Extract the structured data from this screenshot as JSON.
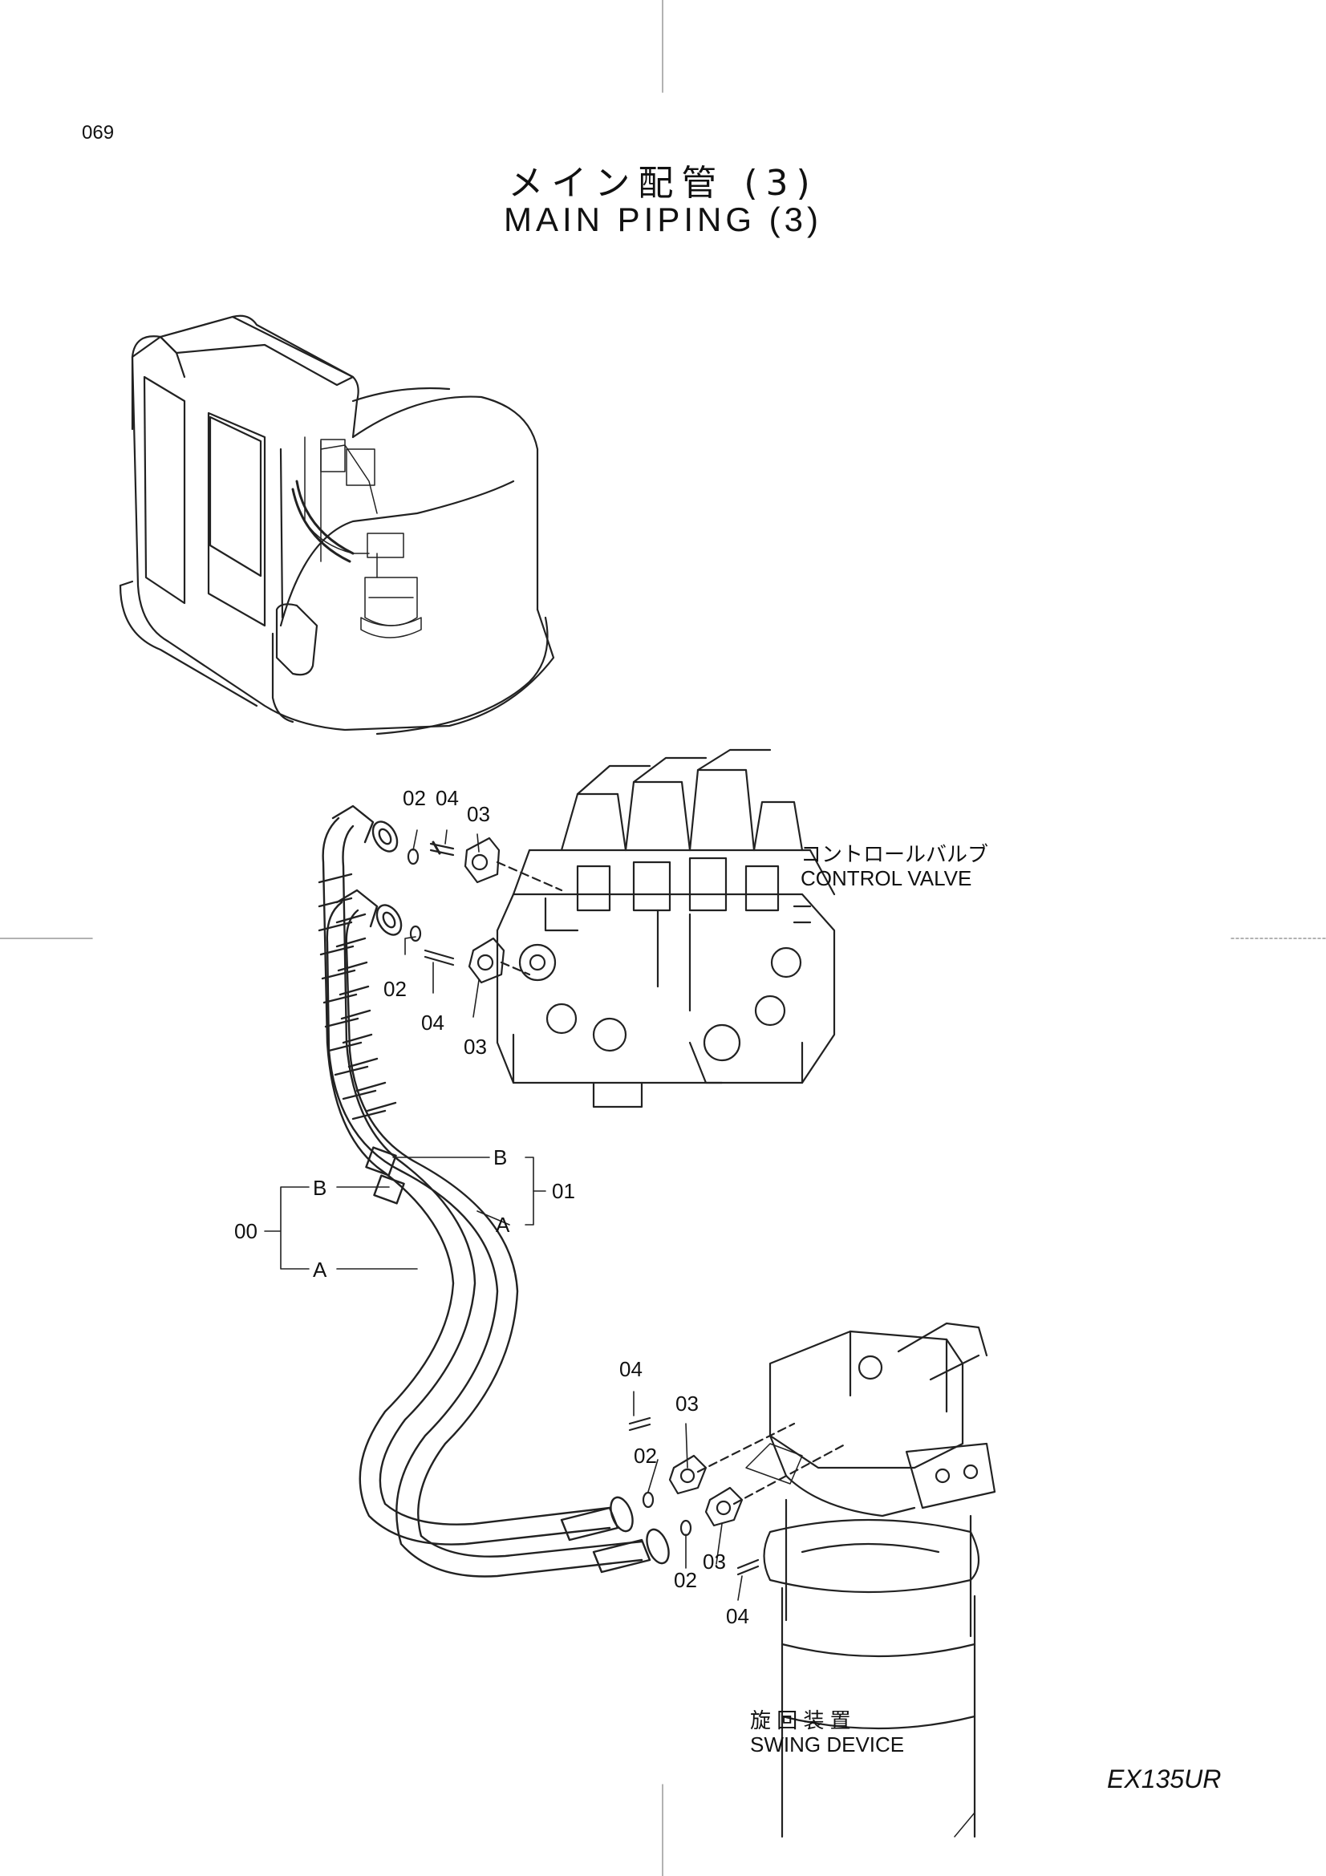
{
  "header": {
    "page_number": "069",
    "title_jp": "メイン配管 (3)",
    "title_en": "MAIN PIPING (3)"
  },
  "components": {
    "control_valve": {
      "label_jp": "コントロールバルブ",
      "label_en": "CONTROL VALVE"
    },
    "swing_device": {
      "label_jp": "旋 回 装 置",
      "label_en": "SWING DEVICE"
    }
  },
  "callouts": {
    "top_upper": [
      "02",
      "04",
      "03"
    ],
    "top_lower": [
      "02",
      "04",
      "03"
    ],
    "hose_b": "B",
    "hose_a": "A",
    "assembly_00": "00",
    "assembly_01": "01",
    "bottom_upper": [
      "04",
      "03",
      "02"
    ],
    "bottom_lower": [
      "02",
      "03",
      "04"
    ]
  },
  "footer": {
    "model": "EX135UR"
  }
}
